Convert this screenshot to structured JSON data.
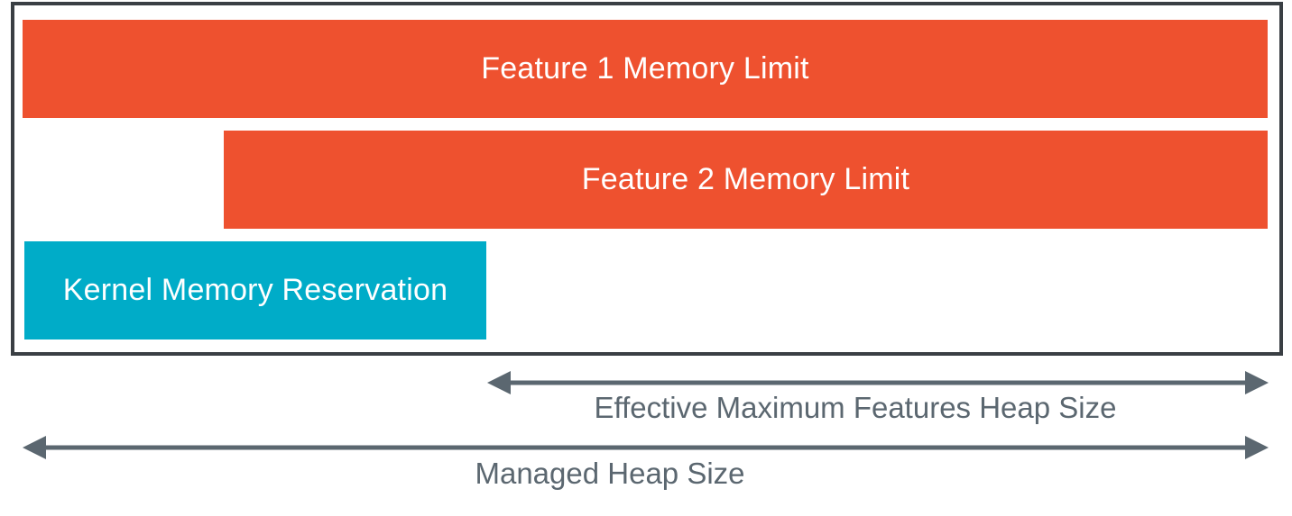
{
  "colors": {
    "feature_bar": "#ee512f",
    "kernel_bar": "#00acc8",
    "frame_border": "#3a3f44",
    "arrow": "#5b6770",
    "arrow_label": "#5b6770"
  },
  "bars": {
    "feature1": {
      "label": "Feature 1 Memory Limit"
    },
    "feature2": {
      "label": "Feature 2 Memory Limit"
    },
    "kernel": {
      "label": "Kernel Memory Reservation"
    }
  },
  "arrows": {
    "effective": {
      "label": "Effective Maximum Features Heap Size"
    },
    "managed": {
      "label": "Managed Heap Size"
    }
  }
}
